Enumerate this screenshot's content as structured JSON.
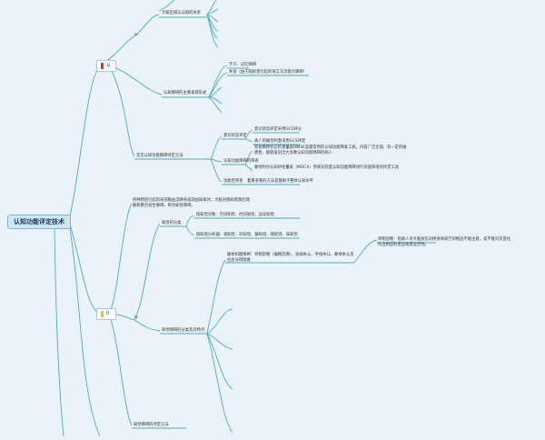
{
  "diagram": {
    "root": "认知功能评定技术",
    "sections": [
      {
        "label": "认",
        "flag_color": "#d9342b",
        "sublabel": "lv",
        "children": {
          "env": "大脑区域与认知的关系",
          "factors": "认知障碍的主要表现形式",
          "factor_items": [
            "学习、记忆障碍",
            "失语（由于脑损害引起的语言交流能力障碍）"
          ],
          "assess": "常见认知功能障碍评定方法",
          "assess_groups": [
            {
              "label": "意识状态评定",
              "items": [
                "意识状态评定采用GCS评分",
                "病人的痛觉刺激采用GCS评定"
              ]
            },
            {
              "label": "认知功能障碍的筛查",
              "items": [
                "简易精神状态检查量表MMSE是最常用的认知功能筛查工具，内容广泛全面，有一定的敏感性，能够鉴别出大多数认知功能障碍的病人",
                "蒙特利尔认知评估量表（MOCA）用来对轻度认知功能障碍进行快速筛查的评定工具"
              ]
            },
            {
              "label": "功能性筛查",
              "items": [
                "着重查看的方法是着眼于整体认知水平"
              ]
            }
          ]
        }
      },
      {
        "label": "II",
        "flag_color": "#e6c229",
        "sublabel": "lv",
        "intro": "各种原因引起的局部脑血流降低或缺血缺氧时，大脑对感知刺激的理解和整合发生障碍，称为知觉障碍。",
        "children": {
          "classify": "知觉的分类",
          "classify_items": [
            "按知觉对象：空间知觉、时间知觉、运动知觉",
            "按知觉分析器：视知觉、听知觉、触知觉、嗅知觉、味知觉"
          ],
          "disorder": "知觉障碍的分类及其特点",
          "agnosia": "躯体构图障碍：单侧忽略（偏侧忽略）、疾病失认、手指失认、躯体失认及左右分辨困难",
          "agnosia_detail": "单侧忽略：指病人对大脑损伤对侧身体或空间物品不能注意，或不能对其变化作出相应的反应或反应迟钝。",
          "eval": "知觉障碍的评定方法"
        }
      }
    ]
  }
}
